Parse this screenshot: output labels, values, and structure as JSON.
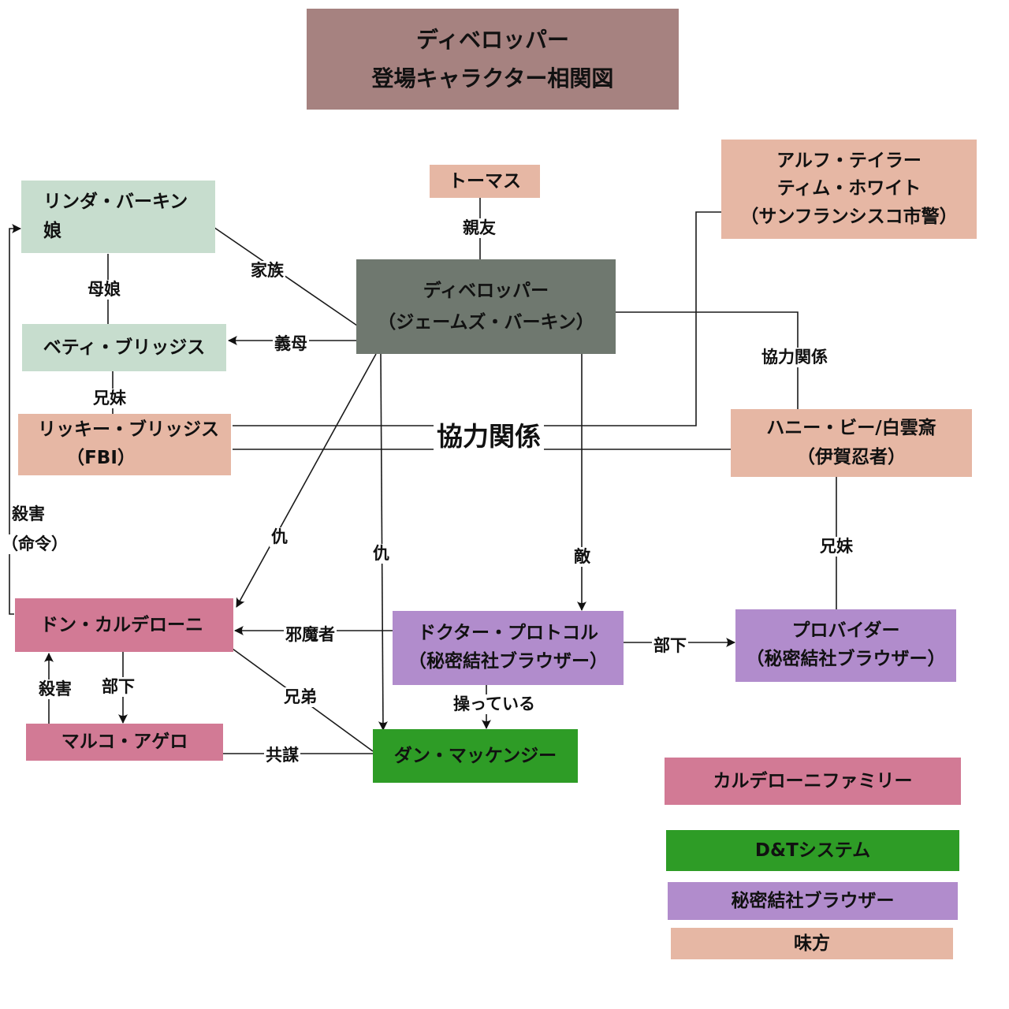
{
  "title": {
    "line1": "ディベロッパー",
    "line2": "登場キャラクター相関図"
  },
  "colors": {
    "title_box": "#a68280",
    "protagonist": "#6f786f",
    "family": "#c7ddce",
    "ally": "#e6b7a4",
    "calderoni": "#d27a95",
    "dt_system": "#2e9c26",
    "browser": "#b18ccc"
  },
  "nodes": {
    "thomas": "トーマス",
    "alf_tim": {
      "line1": "アルフ・テイラー",
      "line2": "ティム・ホワイト",
      "line3": "（サンフランシスコ市警）"
    },
    "linda": {
      "line1": "リンダ・バーキン",
      "line2": "娘"
    },
    "developer": {
      "line1": "ディベロッパー",
      "line2": "（ジェームズ・バーキン）"
    },
    "betty": "ベティ・ブリッジス",
    "ricky": {
      "line1": "リッキー・ブリッジス",
      "line2": "（FBI）"
    },
    "honey": {
      "line1": "ハニー・ビー/白雲斎",
      "line2": "（伊賀忍者）"
    },
    "don": "ドン・カルデローニ",
    "protocol": {
      "line1": "ドクター・プロトコル",
      "line2": "（秘密結社ブラウザー）"
    },
    "provider": {
      "line1": "プロバイダー",
      "line2": "（秘密結社ブラウザー）"
    },
    "marco": "マルコ・アゲロ",
    "dan": "ダン・マッケンジー"
  },
  "relations": {
    "best_friend": "親友",
    "family": "家族",
    "mother_daughter": "母娘",
    "mother_in_law": "義母",
    "siblings_1": "兄妹",
    "cooperation_small": "協力関係",
    "cooperation_big": "協力関係",
    "murder_order_1": "殺害",
    "murder_order_2": "（命令）",
    "revenge_1": "仇",
    "revenge_2": "仇",
    "enemy": "敵",
    "siblings_2": "兄妹",
    "obstacle": "邪魔者",
    "subordinate_1": "部下",
    "murder": "殺害",
    "subordinate_2": "部下",
    "manipulating": "操っている",
    "brothers": "兄弟",
    "conspiracy": "共謀"
  },
  "legend": {
    "calderoni": "カルデローニファミリー",
    "dt_system": "D&Tシステム",
    "browser": "秘密結社ブラウザー",
    "ally": "味方"
  }
}
